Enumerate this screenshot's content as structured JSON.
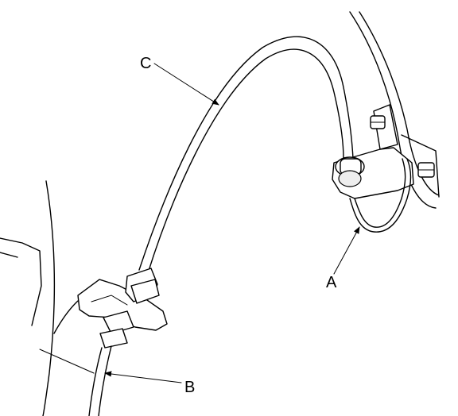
{
  "diagram": {
    "callouts": [
      {
        "id": "A",
        "text": "A"
      },
      {
        "id": "B",
        "text": "B"
      },
      {
        "id": "C",
        "text": "C"
      }
    ]
  }
}
